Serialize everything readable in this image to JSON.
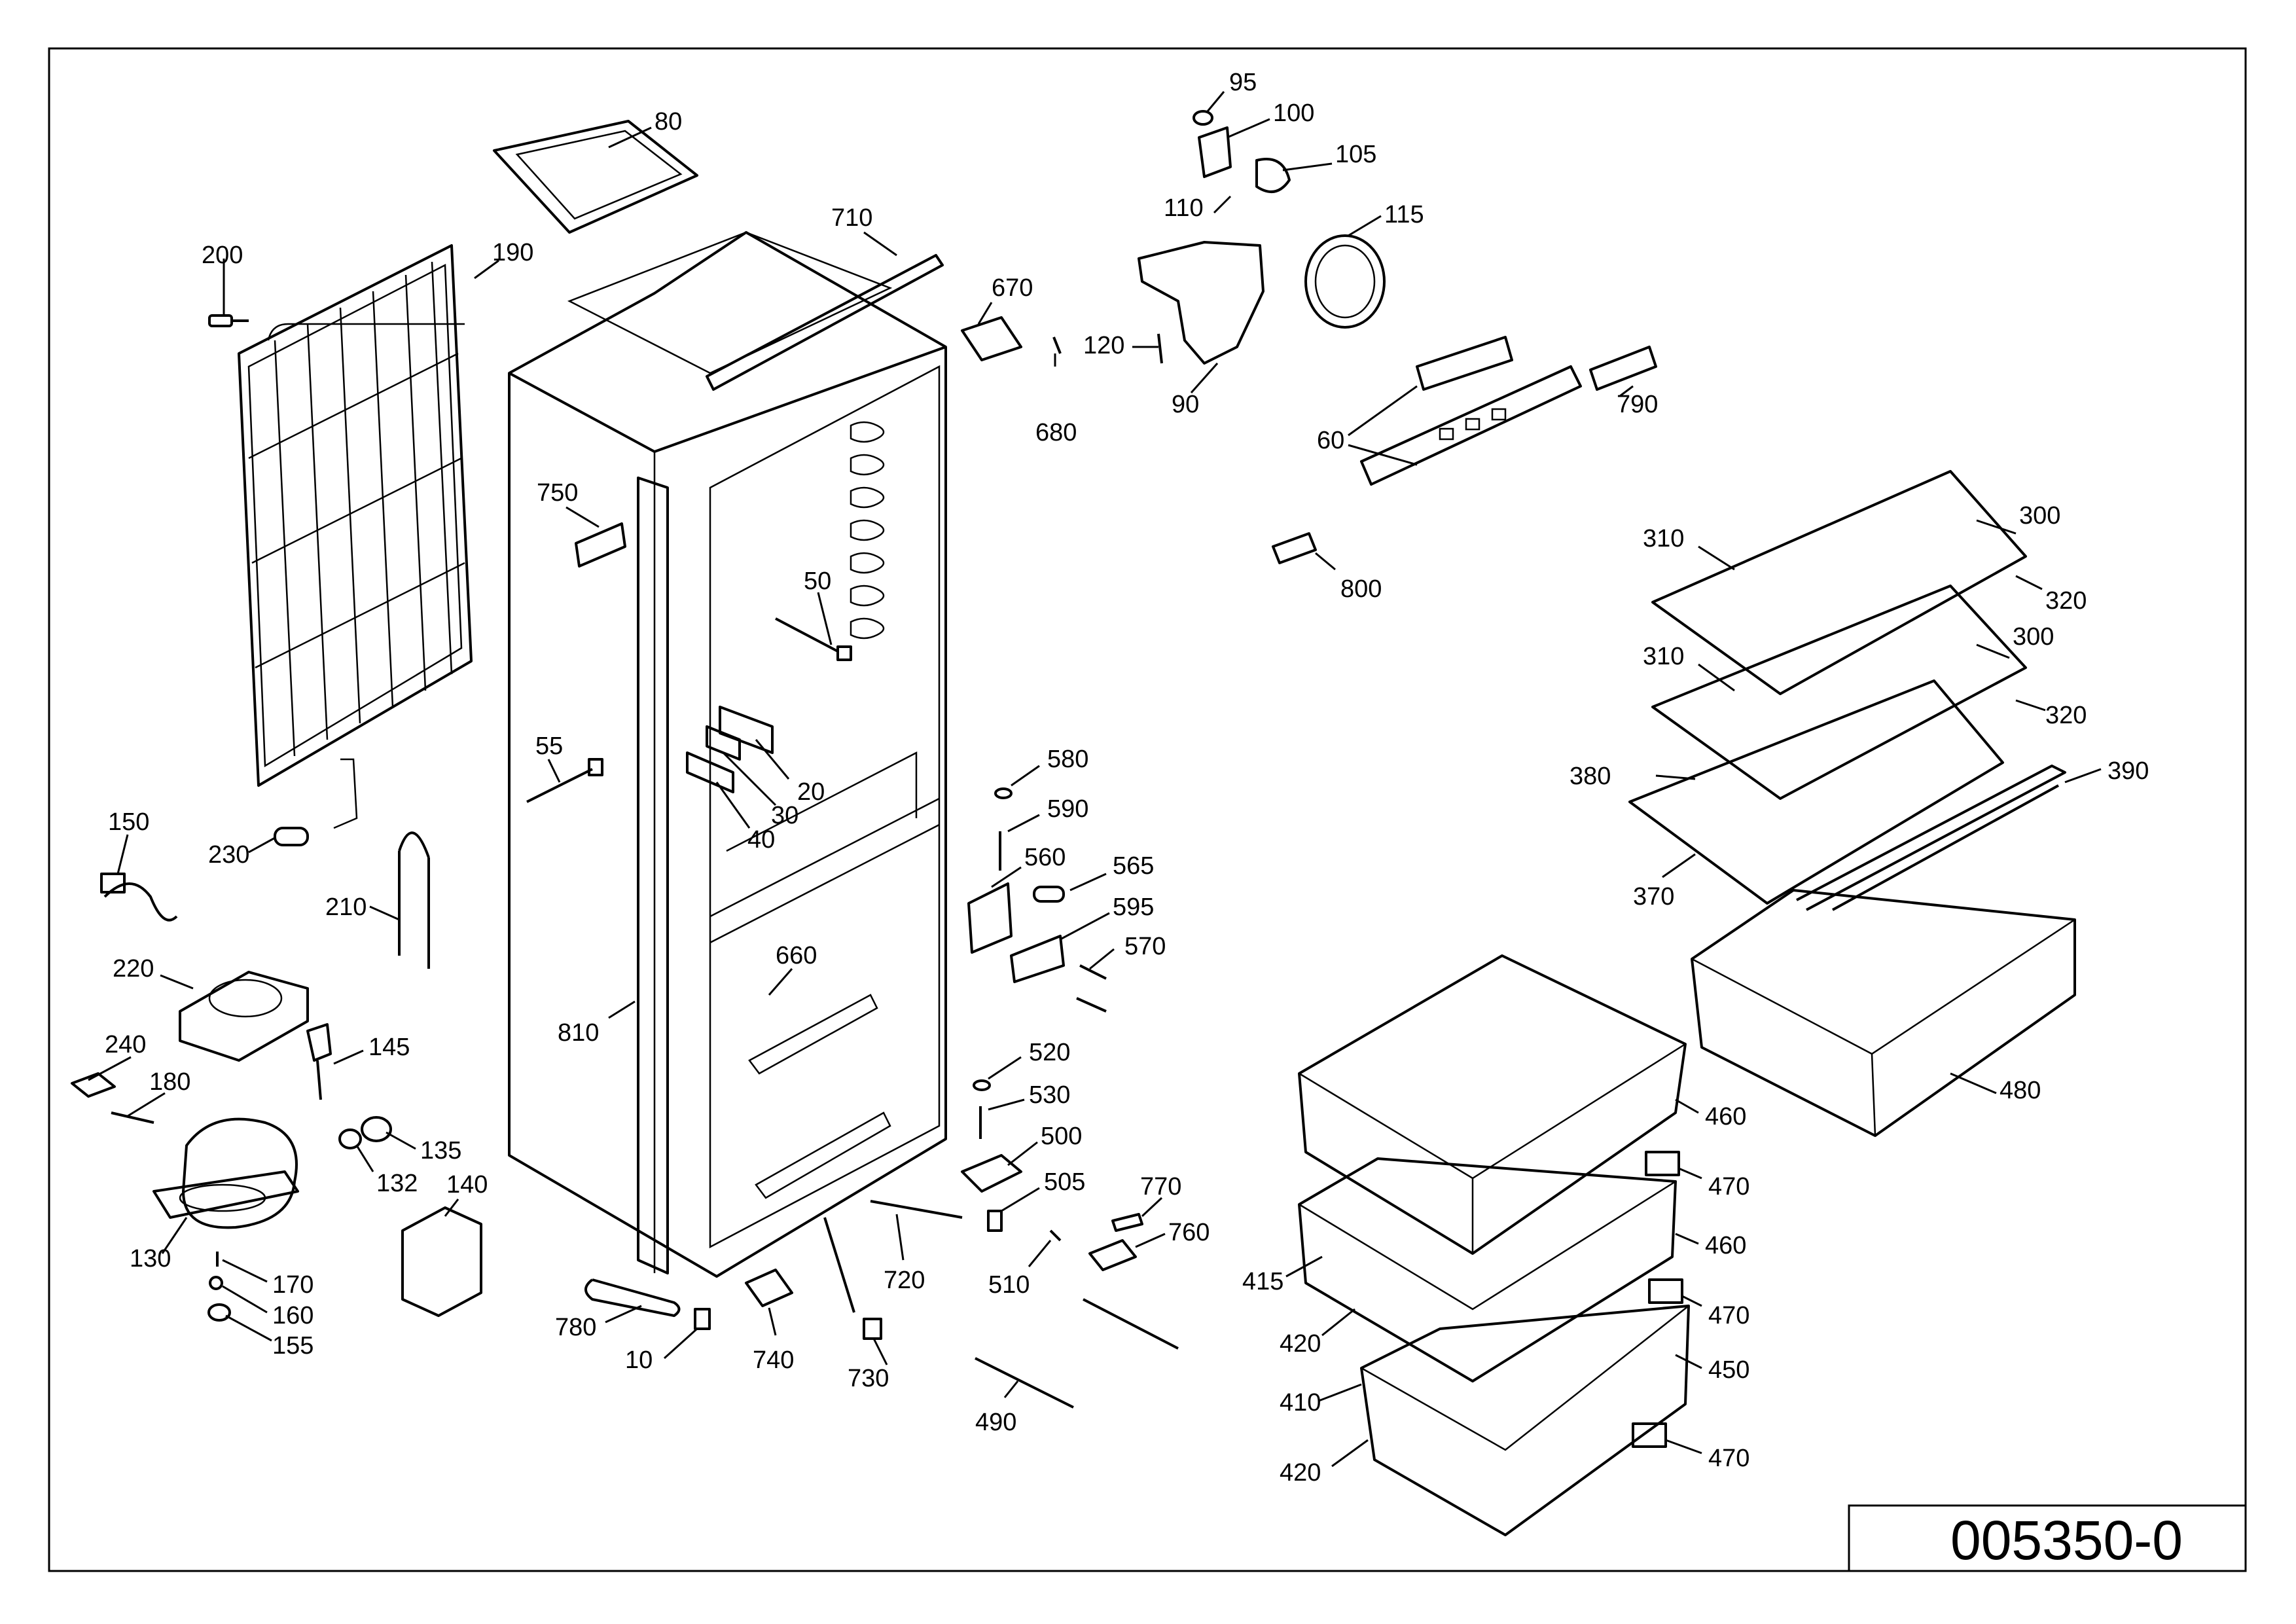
{
  "drawing_number": "005350-0",
  "callouts": [
    {
      "text": "80"
    },
    {
      "text": "710"
    },
    {
      "text": "200"
    },
    {
      "text": "190"
    },
    {
      "text": "670"
    },
    {
      "text": "680"
    },
    {
      "text": "750"
    },
    {
      "text": "50"
    },
    {
      "text": "55"
    },
    {
      "text": "20"
    },
    {
      "text": "30"
    },
    {
      "text": "40"
    },
    {
      "text": "150"
    },
    {
      "text": "230"
    },
    {
      "text": "210"
    },
    {
      "text": "220"
    },
    {
      "text": "240"
    },
    {
      "text": "180"
    },
    {
      "text": "145"
    },
    {
      "text": "135"
    },
    {
      "text": "132"
    },
    {
      "text": "130"
    },
    {
      "text": "140"
    },
    {
      "text": "170"
    },
    {
      "text": "160"
    },
    {
      "text": "155"
    },
    {
      "text": "810"
    },
    {
      "text": "660"
    },
    {
      "text": "780"
    },
    {
      "text": "10"
    },
    {
      "text": "740"
    },
    {
      "text": "730"
    },
    {
      "text": "720"
    },
    {
      "text": "580"
    },
    {
      "text": "590"
    },
    {
      "text": "560"
    },
    {
      "text": "565"
    },
    {
      "text": "595"
    },
    {
      "text": "570"
    },
    {
      "text": "520"
    },
    {
      "text": "530"
    },
    {
      "text": "500"
    },
    {
      "text": "505"
    },
    {
      "text": "510"
    },
    {
      "text": "770"
    },
    {
      "text": "760"
    },
    {
      "text": "490"
    },
    {
      "text": "95"
    },
    {
      "text": "100"
    },
    {
      "text": "105"
    },
    {
      "text": "110"
    },
    {
      "text": "115"
    },
    {
      "text": "120"
    },
    {
      "text": "90"
    },
    {
      "text": "60"
    },
    {
      "text": "790"
    },
    {
      "text": "800"
    },
    {
      "text": "310"
    },
    {
      "text": "300"
    },
    {
      "text": "320"
    },
    {
      "text": "310"
    },
    {
      "text": "300"
    },
    {
      "text": "320"
    },
    {
      "text": "380"
    },
    {
      "text": "390"
    },
    {
      "text": "370"
    },
    {
      "text": "480"
    },
    {
      "text": "460"
    },
    {
      "text": "470"
    },
    {
      "text": "460"
    },
    {
      "text": "470"
    },
    {
      "text": "415"
    },
    {
      "text": "420"
    },
    {
      "text": "410"
    },
    {
      "text": "450"
    },
    {
      "text": "420"
    },
    {
      "text": "470"
    }
  ]
}
